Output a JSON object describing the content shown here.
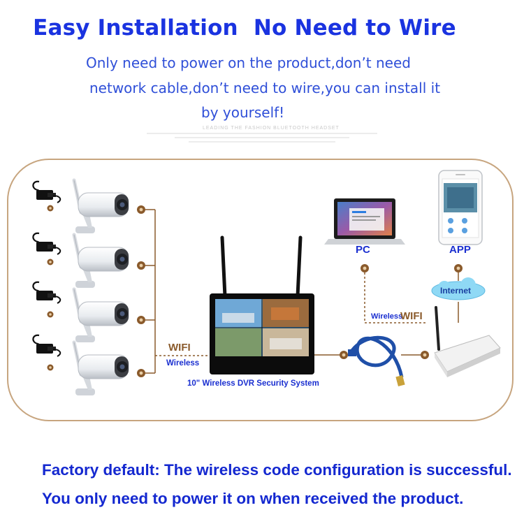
{
  "title": "Easy Installation  No Need to Wire",
  "subtitle_lines": [
    "Only need to power on the product,don’t need",
    "network cable,don’t need to wire,you can install it",
    "by yourself!"
  ],
  "faint_caption": "LEADING THE FASHION BLUETOOTH HEADSET",
  "labels": {
    "pc": "PC",
    "app": "APP",
    "internet": "Internet",
    "wifi_left": "WIFI",
    "wireless_left": "Wireless",
    "wireless_right": "Wireless",
    "wifi_right": "WIFI",
    "dvr": "10\"  Wireless DVR  Security System"
  },
  "footer": {
    "line1": "Factory default: The wireless code configuration is successful.",
    "line2": "You only need to power it on when received the product."
  },
  "colors": {
    "title_blue": "#1a33e0",
    "frame_tan": "#c7a57f",
    "connector_brown": "#8a5a2b",
    "label_blue": "#1a2fd0"
  },
  "icons": {
    "camera": "bullet-camera-icon",
    "adapter": "power-adapter-icon",
    "laptop": "laptop-icon",
    "phone": "smartphone-icon",
    "router": "wifi-router-icon",
    "cable": "network-cable-icon",
    "cloud": "internet-cloud-icon"
  }
}
